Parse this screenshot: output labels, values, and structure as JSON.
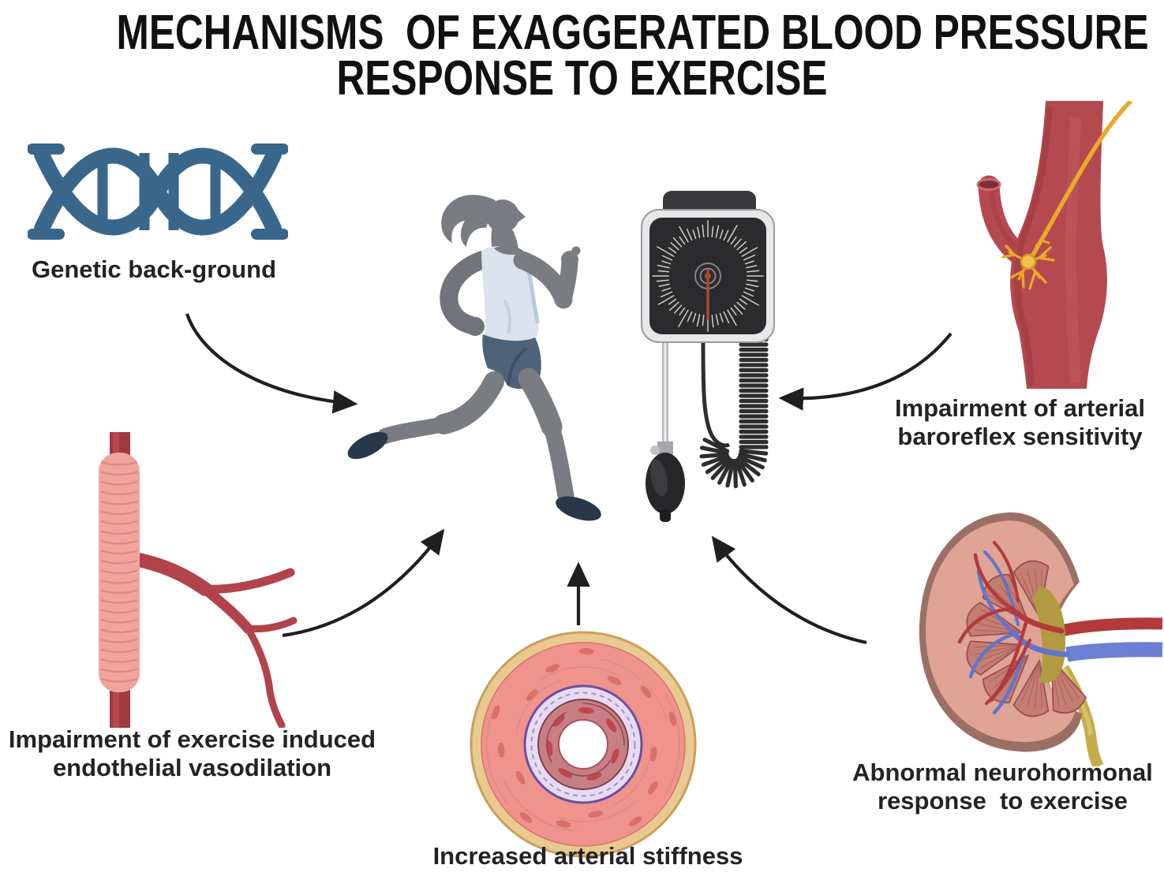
{
  "title": {
    "line1": "MECHANISMS  OF EXAGGERATED BLOOD PRESSURE",
    "line2": "RESPONSE TO EXERCISE"
  },
  "mechanisms": {
    "genetic": {
      "label": "Genetic back-ground",
      "icon": "dna-helix-icon"
    },
    "endothelial": {
      "label": "Impairment of exercise induced\nendothelial vasodilation",
      "icon": "blood-vessel-branch-icon"
    },
    "stiffness": {
      "label": "Increased arterial stiffness",
      "icon": "artery-cross-section-icon"
    },
    "baroreflex": {
      "label": "Impairment of arterial\nbaroreflex sensitivity",
      "icon": "carotid-baroreceptor-icon"
    },
    "neurohormonal": {
      "label": "Abnormal neurohormonal\nresponse  to exercise",
      "icon": "kidney-icon"
    }
  },
  "center": {
    "runner_icon": "running-woman-icon",
    "monitor_icon": "blood-pressure-gauge-icon"
  },
  "colors": {
    "dna_blue": "#39678C",
    "artery_red": "#B4494F",
    "nerve_yellow": "#EAA928",
    "vessel_pink": "#F2A49C",
    "branch_red": "#B2434A",
    "media_salmon": "#F0938C",
    "adventitia_tan": "#E9C98F",
    "lamina_purple": "#6B4FA1",
    "kidney_capsule": "#9B6F63",
    "kidney_cortex": "#DFA494",
    "kidney_pyramid": "#C47E71",
    "pelvis_olive": "#B29A40",
    "vein_blue": "#6B7FD4",
    "ureter_gold": "#C4AD4A",
    "runner_gray": "#797C80",
    "tank_light": "#DCE3EE",
    "shorts_slate": "#4E6278",
    "shoe_navy": "#283849",
    "arrow_black": "#1F1F1F"
  }
}
